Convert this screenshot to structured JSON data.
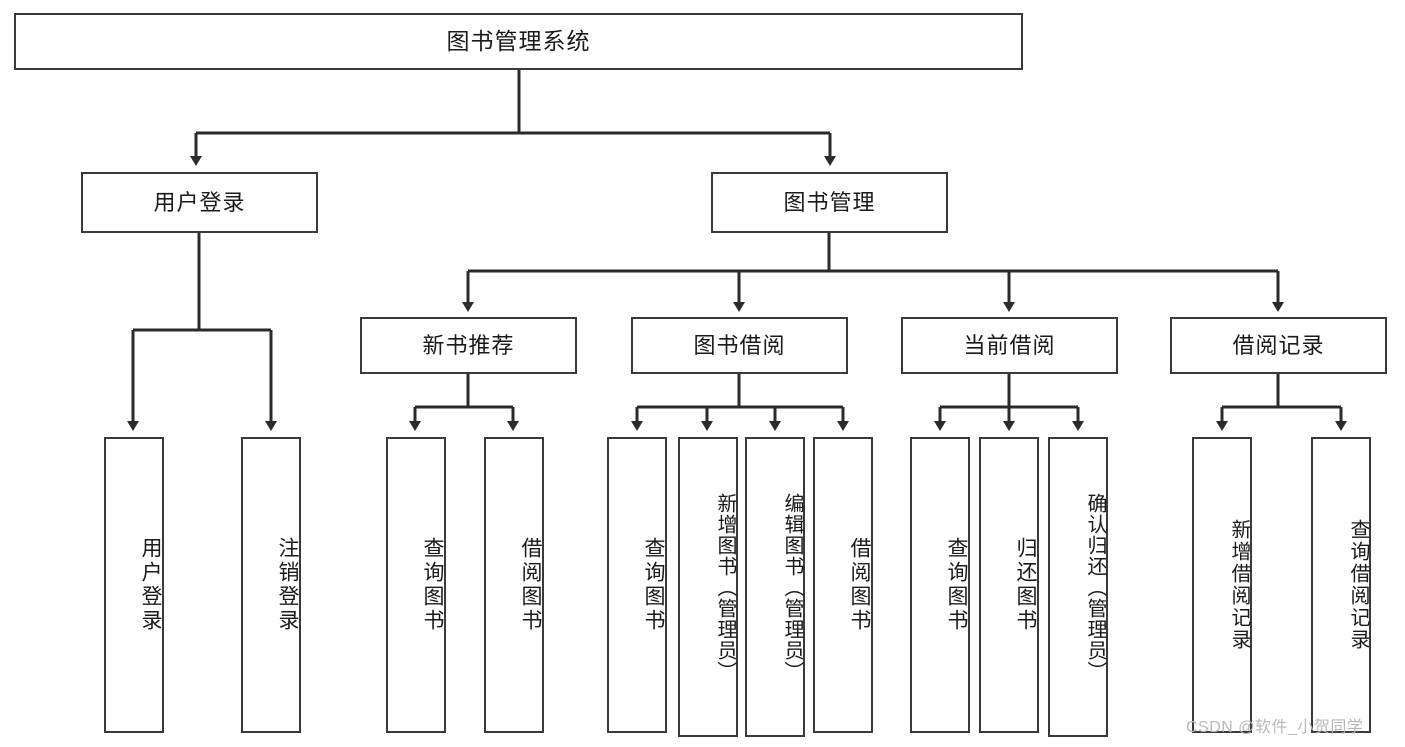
{
  "diagram": {
    "title": "图书管理系统",
    "type": "tree-hierarchy",
    "watermark": "CSDN @软件_小贺同学",
    "colors": {
      "box_border": "#3a3a3a",
      "box_fill": "#ffffff",
      "connector": "#2b2b2b",
      "text": "#1a1a1a",
      "watermark": "#b9b9b9",
      "background": "#ffffff"
    },
    "root": {
      "label": "图书管理系统"
    },
    "level2": [
      {
        "label": "用户登录"
      },
      {
        "label": "图书管理"
      }
    ],
    "level3": [
      {
        "label": "新书推荐"
      },
      {
        "label": "图书借阅"
      },
      {
        "label": "当前借阅"
      },
      {
        "label": "借阅记录"
      }
    ],
    "leaves": {
      "user_login": [
        {
          "label": "用户登录"
        },
        {
          "label": "注销登录"
        }
      ],
      "new_book_recommend": [
        {
          "label": "查询图书"
        },
        {
          "label": "借阅图书"
        }
      ],
      "book_borrow": [
        {
          "label": "查询图书"
        },
        {
          "label": "新增图书（管理员）"
        },
        {
          "label": "编辑图书（管理员）"
        },
        {
          "label": "借阅图书"
        }
      ],
      "current_borrow": [
        {
          "label": "查询图书"
        },
        {
          "label": "归还图书"
        },
        {
          "label": "确认归还（管理员）"
        }
      ],
      "borrow_record": [
        {
          "label": "新增借阅记录"
        },
        {
          "label": "查询借阅记录"
        }
      ]
    }
  }
}
